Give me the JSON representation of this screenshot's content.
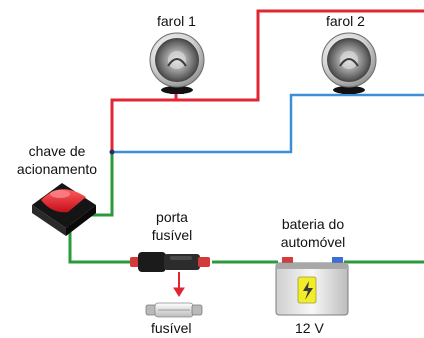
{
  "labels": {
    "farol1": "farol 1",
    "farol2": "farol 2",
    "chave_line1": "chave de",
    "chave_line2": "acionamento",
    "porta_line1": "porta",
    "porta_line2": "fusível",
    "bateria_line1": "bateria do",
    "bateria_line2": "automóvel",
    "fusivel": "fusível",
    "voltage": "12 V"
  },
  "colors": {
    "positive_wire": "#e02633",
    "negative_wire": "#3a8fd8",
    "ground_wire": "#2a9a3c",
    "switch_red": "#e8202a",
    "battery_yellow": "#f3ec2a",
    "arrow": "#e02633"
  }
}
